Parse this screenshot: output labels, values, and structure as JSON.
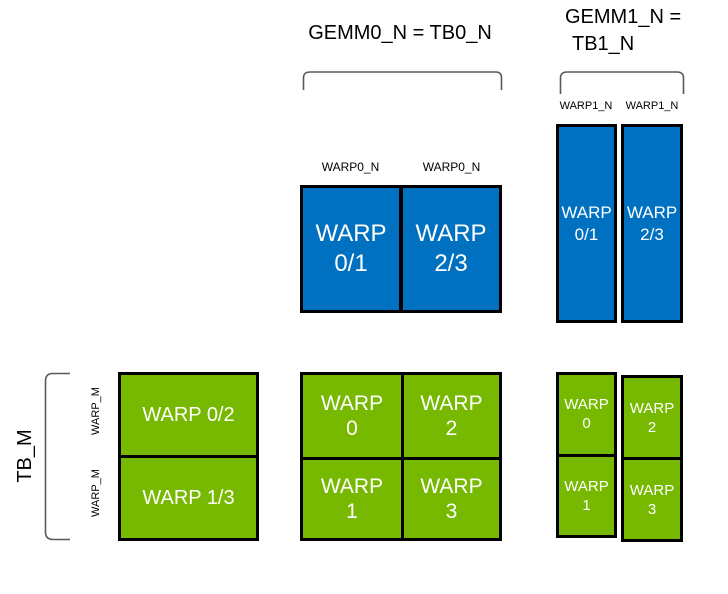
{
  "palette": {
    "blue": "#0070C0",
    "green": "#76B900",
    "outline": "#000000",
    "bracket": "#595959",
    "cell_text": "#FFFFFF"
  },
  "headers": {
    "gemm0": "GEMM0_N = TB0_N",
    "gemm1_line1": "GEMM1_N =",
    "gemm1_line2": "TB1_N"
  },
  "left_axis": {
    "tb_m": "TB_M",
    "warp_m_top": "WARP_M",
    "warp_m_bottom": "WARP_M"
  },
  "gemm0_block": {
    "col_labels": [
      "WARP0_N",
      "WARP0_N"
    ],
    "cells": [
      {
        "l1": "WARP",
        "l2": "0/1"
      },
      {
        "l1": "WARP",
        "l2": "2/3"
      }
    ]
  },
  "gemm1_block": {
    "col_labels": [
      "WARP1_N",
      "WARP1_N"
    ],
    "cells": [
      {
        "l1": "WARP",
        "l2": "0/1"
      },
      {
        "l1": "WARP",
        "l2": "2/3"
      }
    ]
  },
  "tile_left_block": {
    "cells": [
      "WARP 0/2",
      "WARP 1/3"
    ]
  },
  "warp_grid_mid": {
    "cells": [
      {
        "l1": "WARP",
        "l2": "0"
      },
      {
        "l1": "WARP",
        "l2": "2"
      },
      {
        "l1": "WARP",
        "l2": "1"
      },
      {
        "l1": "WARP",
        "l2": "3"
      }
    ]
  },
  "warp_grid_right": {
    "cells": [
      {
        "l1": "WARP",
        "l2": "0"
      },
      {
        "l1": "WARP",
        "l2": "2"
      },
      {
        "l1": "WARP",
        "l2": "1"
      },
      {
        "l1": "WARP",
        "l2": "3"
      }
    ]
  }
}
